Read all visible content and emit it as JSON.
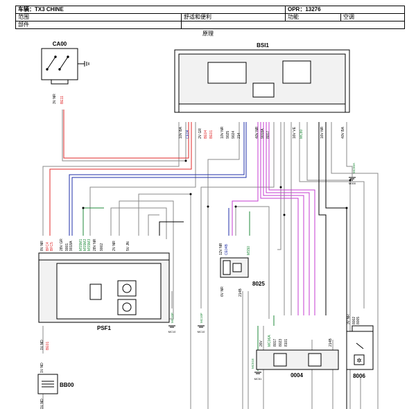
{
  "header": {
    "vehicle": "车辆：TX3 CHINE",
    "opr": "OPR：13276",
    "scope_label": "范围",
    "scope_value": "舒适和便利",
    "function_label": "功能",
    "function_value": "空调",
    "parts_label": "部件"
  },
  "diagram_title": "原理",
  "components": {
    "ca00": "CA00",
    "bsi1": "BSI1",
    "psf1": "PSF1",
    "c8025": "8025",
    "c0004": "0004",
    "c8006": "8006",
    "bb00": "BB00"
  },
  "connectors": {
    "ca00_conn": "3V NR",
    "bsi_10v_ba": "10V BA",
    "bsi_2v_gr": "2V GR",
    "bsi_10v_nr": "10V NR",
    "bsi_40v_nr": "40V NR",
    "bsi_16v_ve": "16V VE",
    "bsi_16v_nr": "16V NR",
    "bsi_40v_ba": "40V BA",
    "psf_8v_nr": "8V NR",
    "psf_28v_gr": "28V GR",
    "psf_28v_nr": "28V NR",
    "psf_2v_nr": "2V NR",
    "psf_5v_jn": "5V JN",
    "psf_1v_nd": "1V ND",
    "c8025_12v_nr": "12V NR",
    "c8025_6v_nr": "6V NR",
    "c0004_26v": "26V",
    "c8006_3v_nr": "3V NR",
    "bb00_1v_nd_a": "1V ND",
    "bb00_1v_nd_b": "1V ND"
  },
  "wires": {
    "be11": "BE11",
    "be04": "BE04",
    "ce04": "CE04",
    "be01": "BE01",
    "mc80": "MC80",
    "mc50a": "MC50A",
    "m000": "M000",
    "mc10p": "MC10P",
    "mc10f": "MC10F",
    "mc10": "MC10",
    "ce04b": "CE04B",
    "mc51e": "MC51E",
    "mc51": "MC51",
    "mc06a": "MC06A",
    "ms50": "MS50",
    "ms5m1": "MS5M1",
    "ms5m2": "MS5M2",
    "ms5m3": "MS5M3",
    "bfc4": "BFC4",
    "bfc5": "BFC5",
    "w9001": "9001",
    "w9002": "9002",
    "w9018a": "9018A",
    "w9025": "9025",
    "w9024": "9024",
    "w214": "214",
    "w214b": "214B",
    "w8017": "8017",
    "w8023": "8023",
    "w8101": "8101",
    "w8002": "8002",
    "w8005": "8005"
  },
  "colors": {
    "red": "#e0282a",
    "blue": "#1f2fa8",
    "magenta": "#c63bd0",
    "green": "#1f8a3a",
    "gray": "#8a8a8a",
    "black": "#000000"
  }
}
